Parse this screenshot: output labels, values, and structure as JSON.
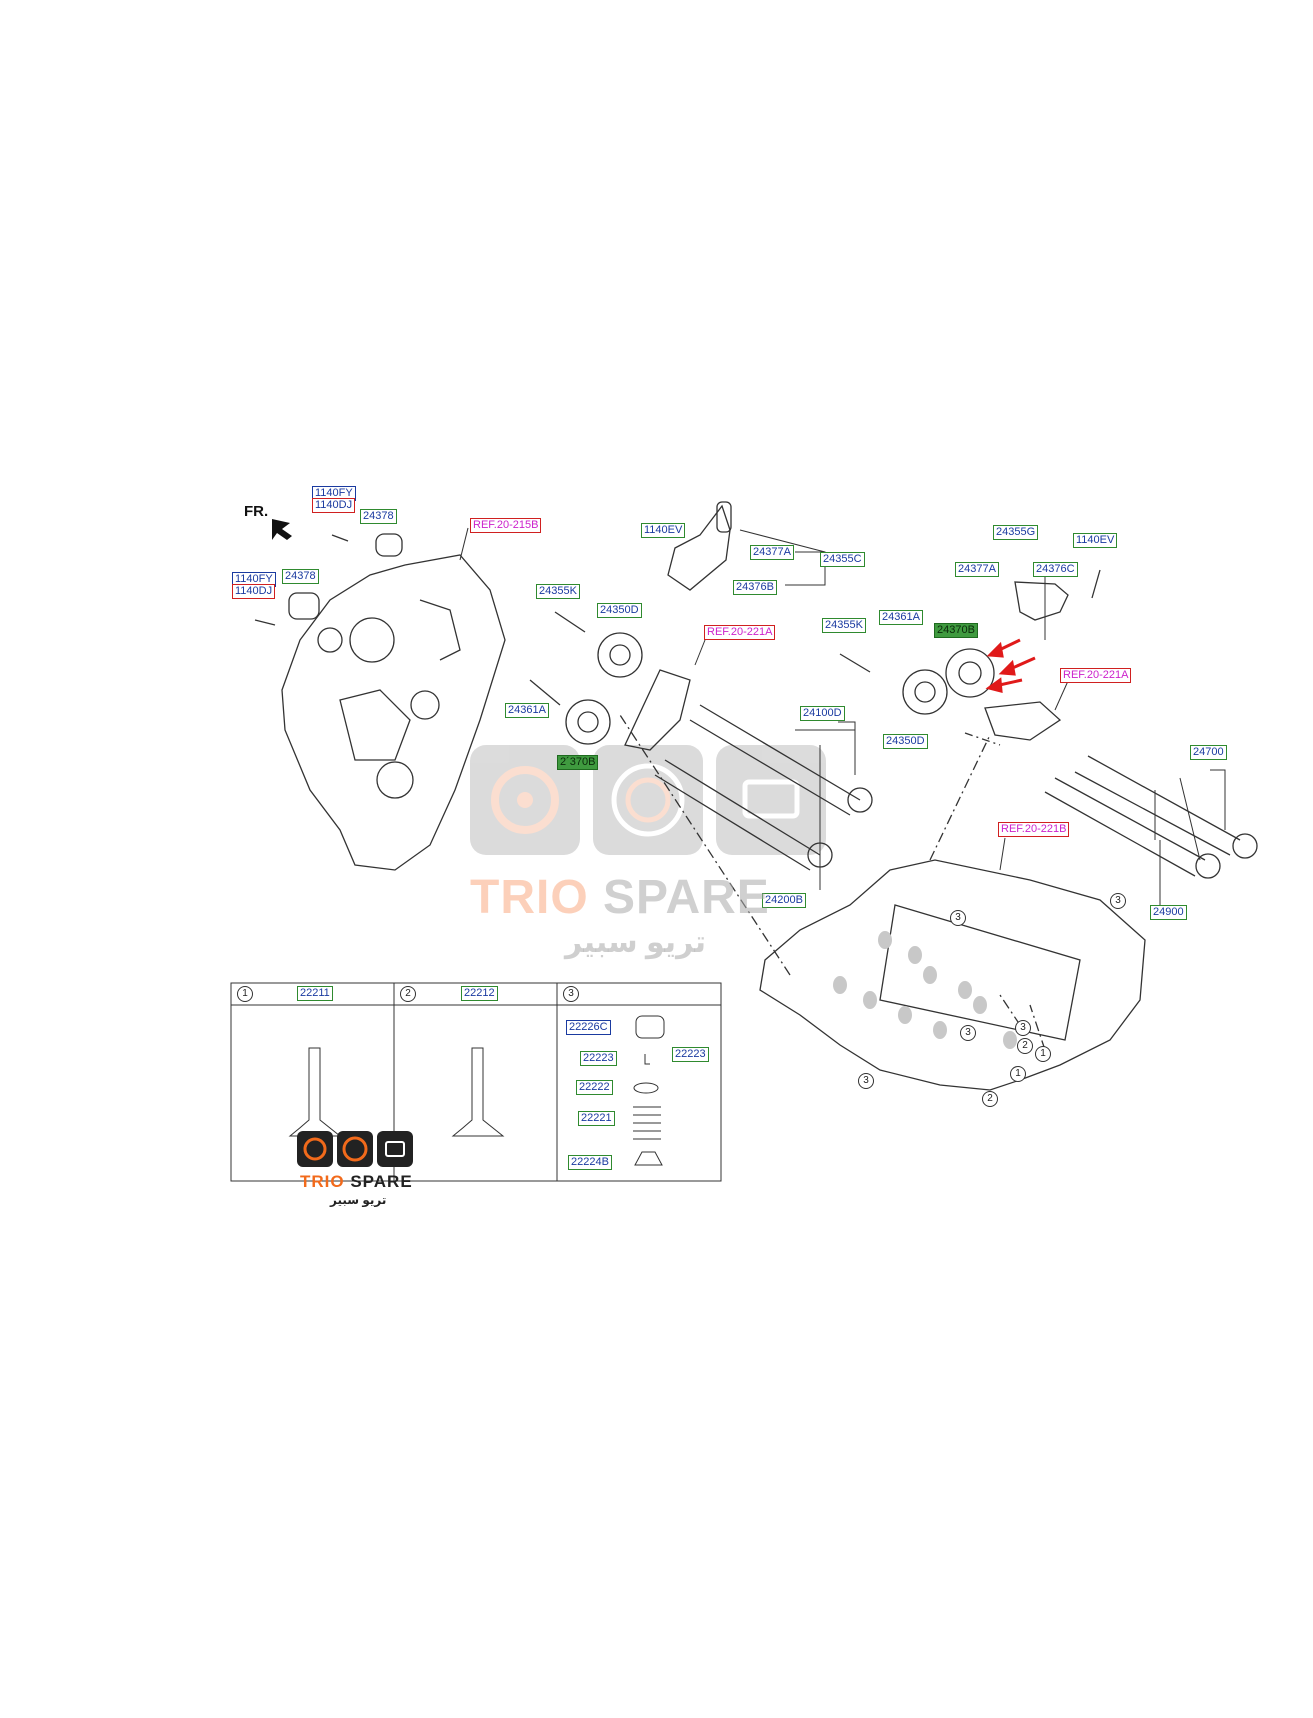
{
  "direction": {
    "text": "FR."
  },
  "refs": {
    "r215b": "REF.20-215B",
    "r221a_left": "REF.20-221A",
    "r221a_right": "REF.20-221A",
    "r221b": "REF.20-221B"
  },
  "labels": {
    "p1140fy_top": "1140FY",
    "p1140dj_top": "1140DJ",
    "p24378_top": "24378",
    "p1140fy_mid": "1140FY",
    "p1140dj_mid": "1140DJ",
    "p24378_mid": "24378",
    "p1140ev_left": "1140EV",
    "p24377a_left": "24377A",
    "p24355c": "24355C",
    "p24376b": "24376B",
    "p24355k_left": "24355K",
    "p24350d_left": "24350D",
    "p24361a_left": "24361A",
    "p24370b_left": "2´370B",
    "p24100d": "24100D",
    "p24200b": "24200B",
    "p24355g": "24355G",
    "p1140ev_right": "1140EV",
    "p24377a_right": "24377A",
    "p24376c": "24376C",
    "p24355k_right": "24355K",
    "p24361a_right": "24361A",
    "p24370b_right": "24370B",
    "p24350d_right": "24350D",
    "p24700": "24700",
    "p24900": "24900"
  },
  "table": {
    "col1": {
      "num": "1",
      "part": "22211"
    },
    "col2": {
      "num": "2",
      "part": "22212"
    },
    "col3": {
      "num": "3",
      "parts": {
        "p22226c": "22226C",
        "p22223_left": "22223",
        "p22223_right": "22223",
        "p22222": "22222",
        "p22221": "22221",
        "p22224b": "22224B"
      }
    }
  },
  "callouts": [
    "3",
    "3",
    "3",
    "3",
    "2",
    "1",
    "1",
    "3",
    "2"
  ],
  "watermark": {
    "name_a": "TRIO",
    "name_b": "SPARE",
    "arabic": "تريو سبير"
  },
  "logo": {
    "name_a": "TRIO",
    "name_b": "SPARE",
    "arabic": "تريو سبير"
  },
  "colors": {
    "label_border": "#2f8a2f",
    "label_text": "#1a3aa0",
    "ref_text": "#cc22cc",
    "highlight": "#3f9a3f",
    "arrow": "#e01a1a",
    "brand_orange": "#f26a1b"
  }
}
